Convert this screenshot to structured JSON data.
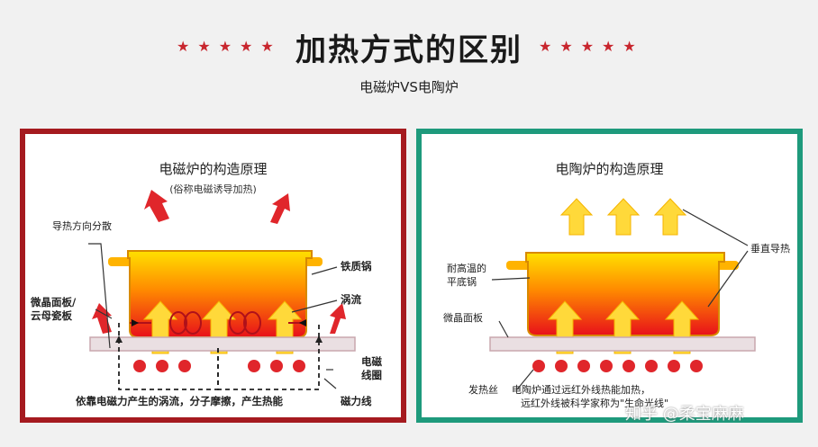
{
  "header": {
    "stars": "★★★★★",
    "title": "加热方式的区别",
    "subtitle": "电磁炉VS电陶炉"
  },
  "left_panel": {
    "title": "电磁炉的构造原理",
    "subtitle": "(俗称电磁诱导加热)",
    "labels": {
      "heat_direction": "导热方向分散",
      "iron_pot": "铁质锅",
      "eddy": "涡流",
      "panel_line1": "微晶面板/",
      "panel_line2": "云母瓷板",
      "coil_line1": "电磁",
      "coil_line2": "线圈",
      "magnetic_lines": "磁力线",
      "caption": "依靠电磁力产生的涡流，分子摩擦，产生热能"
    }
  },
  "right_panel": {
    "title": "电陶炉的构造原理",
    "labels": {
      "pot_line1": "耐高温的",
      "pot_line2": "平底锅",
      "vertical_heat": "垂直导热",
      "panel": "微晶面板",
      "heating_wire": "发热丝",
      "caption_line1": "电陶炉通过远红外线热能加热，",
      "caption_line2": "远红外线被科学家称为\"生命光线\""
    }
  },
  "watermark": "知乎 @柔宝麻麻",
  "colors": {
    "left_border": "#a51a1f",
    "right_border": "#1e9a7c",
    "star": "#c8262e",
    "arrow_red": "#e0262b",
    "arrow_yellow": "#f5c400"
  }
}
